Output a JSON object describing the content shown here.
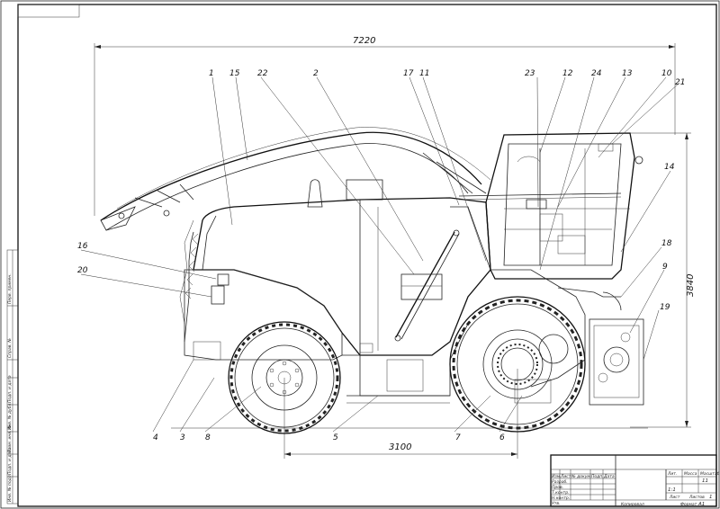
{
  "dimensions": {
    "overall_length": "7220",
    "height": "3840",
    "wheelbase": "3100"
  },
  "part_labels": [
    {
      "id": "1",
      "text": "1"
    },
    {
      "id": "15",
      "text": "15"
    },
    {
      "id": "22",
      "text": "22"
    },
    {
      "id": "2",
      "text": "2"
    },
    {
      "id": "17",
      "text": "17"
    },
    {
      "id": "11",
      "text": "11"
    },
    {
      "id": "23",
      "text": "23"
    },
    {
      "id": "12",
      "text": "12"
    },
    {
      "id": "24",
      "text": "24"
    },
    {
      "id": "13",
      "text": "13"
    },
    {
      "id": "10",
      "text": "10"
    },
    {
      "id": "21",
      "text": "21"
    },
    {
      "id": "14",
      "text": "14"
    },
    {
      "id": "16",
      "text": "16"
    },
    {
      "id": "20",
      "text": "20"
    },
    {
      "id": "18",
      "text": "18"
    },
    {
      "id": "9",
      "text": "9"
    },
    {
      "id": "19",
      "text": "19"
    },
    {
      "id": "4",
      "text": "4"
    },
    {
      "id": "3",
      "text": "3"
    },
    {
      "id": "8",
      "text": "8"
    },
    {
      "id": "5",
      "text": "5"
    },
    {
      "id": "7",
      "text": "7"
    },
    {
      "id": "6",
      "text": "6"
    }
  ],
  "title_block": {
    "sheet_label": "Лист",
    "sheets_label": "Листов",
    "mass_label": "Масса",
    "scale_label": "Масштаб",
    "lit_label": "Лит.",
    "scale_value": "1:1",
    "sheet_number": "1",
    "sheets_count": "11",
    "copied_label": "Копировал",
    "format_label": "Формат",
    "format_value": "A1",
    "rows": [
      "Изм.",
      "Лист",
      "№ докум.",
      "Подп.",
      "Дата",
      "Разраб.",
      "Пров.",
      "Т.контр.",
      "Н.контр.",
      "Утв."
    ]
  },
  "side_strip": {
    "labels": [
      "Перв. примен.",
      "Справ. №",
      "Подп. и дата",
      "Инв. № дубл.",
      "Взам. инв. №",
      "Подп. и дата",
      "Инв. № подл."
    ]
  }
}
